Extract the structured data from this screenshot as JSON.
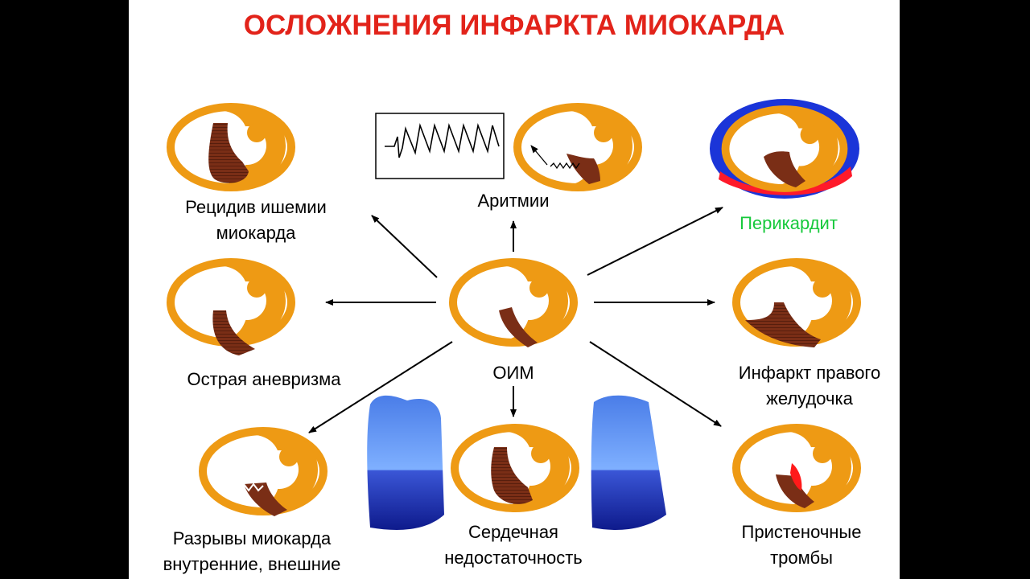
{
  "title": "ОСЛОЖНЕНИЯ ИНФАРКТА МИОКАРДА",
  "center_label": "ОИМ",
  "complications": {
    "recurrent_ischemia": [
      "Рецидив ишемии",
      "миокарда"
    ],
    "arrhythmias": [
      "Аритмии"
    ],
    "pericarditis": [
      "Перикардит"
    ],
    "acute_aneurysm": [
      "Острая аневризма"
    ],
    "right_ventricle_infarction": [
      "Инфаркт правого",
      "желудочка"
    ],
    "myocardial_ruptures": [
      "Разрывы миокарда",
      "внутренние, внешние"
    ],
    "heart_failure": [
      "Сердечная",
      "недостаточность"
    ],
    "mural_thrombi": [
      "Пристеночные",
      "тромбы"
    ]
  },
  "colors": {
    "title": "#e2231a",
    "myocardium": "#ee9a14",
    "infarct": "#7a2e16",
    "pericardium_outer": "#1b35d8",
    "pericardium_inner": "#ff1a2a",
    "pericarditis_label": "#16c93b",
    "thrombus": "#ff1a1a",
    "lung_upper": "#5a8cf0",
    "lung_lower": "#1c2fb8"
  }
}
